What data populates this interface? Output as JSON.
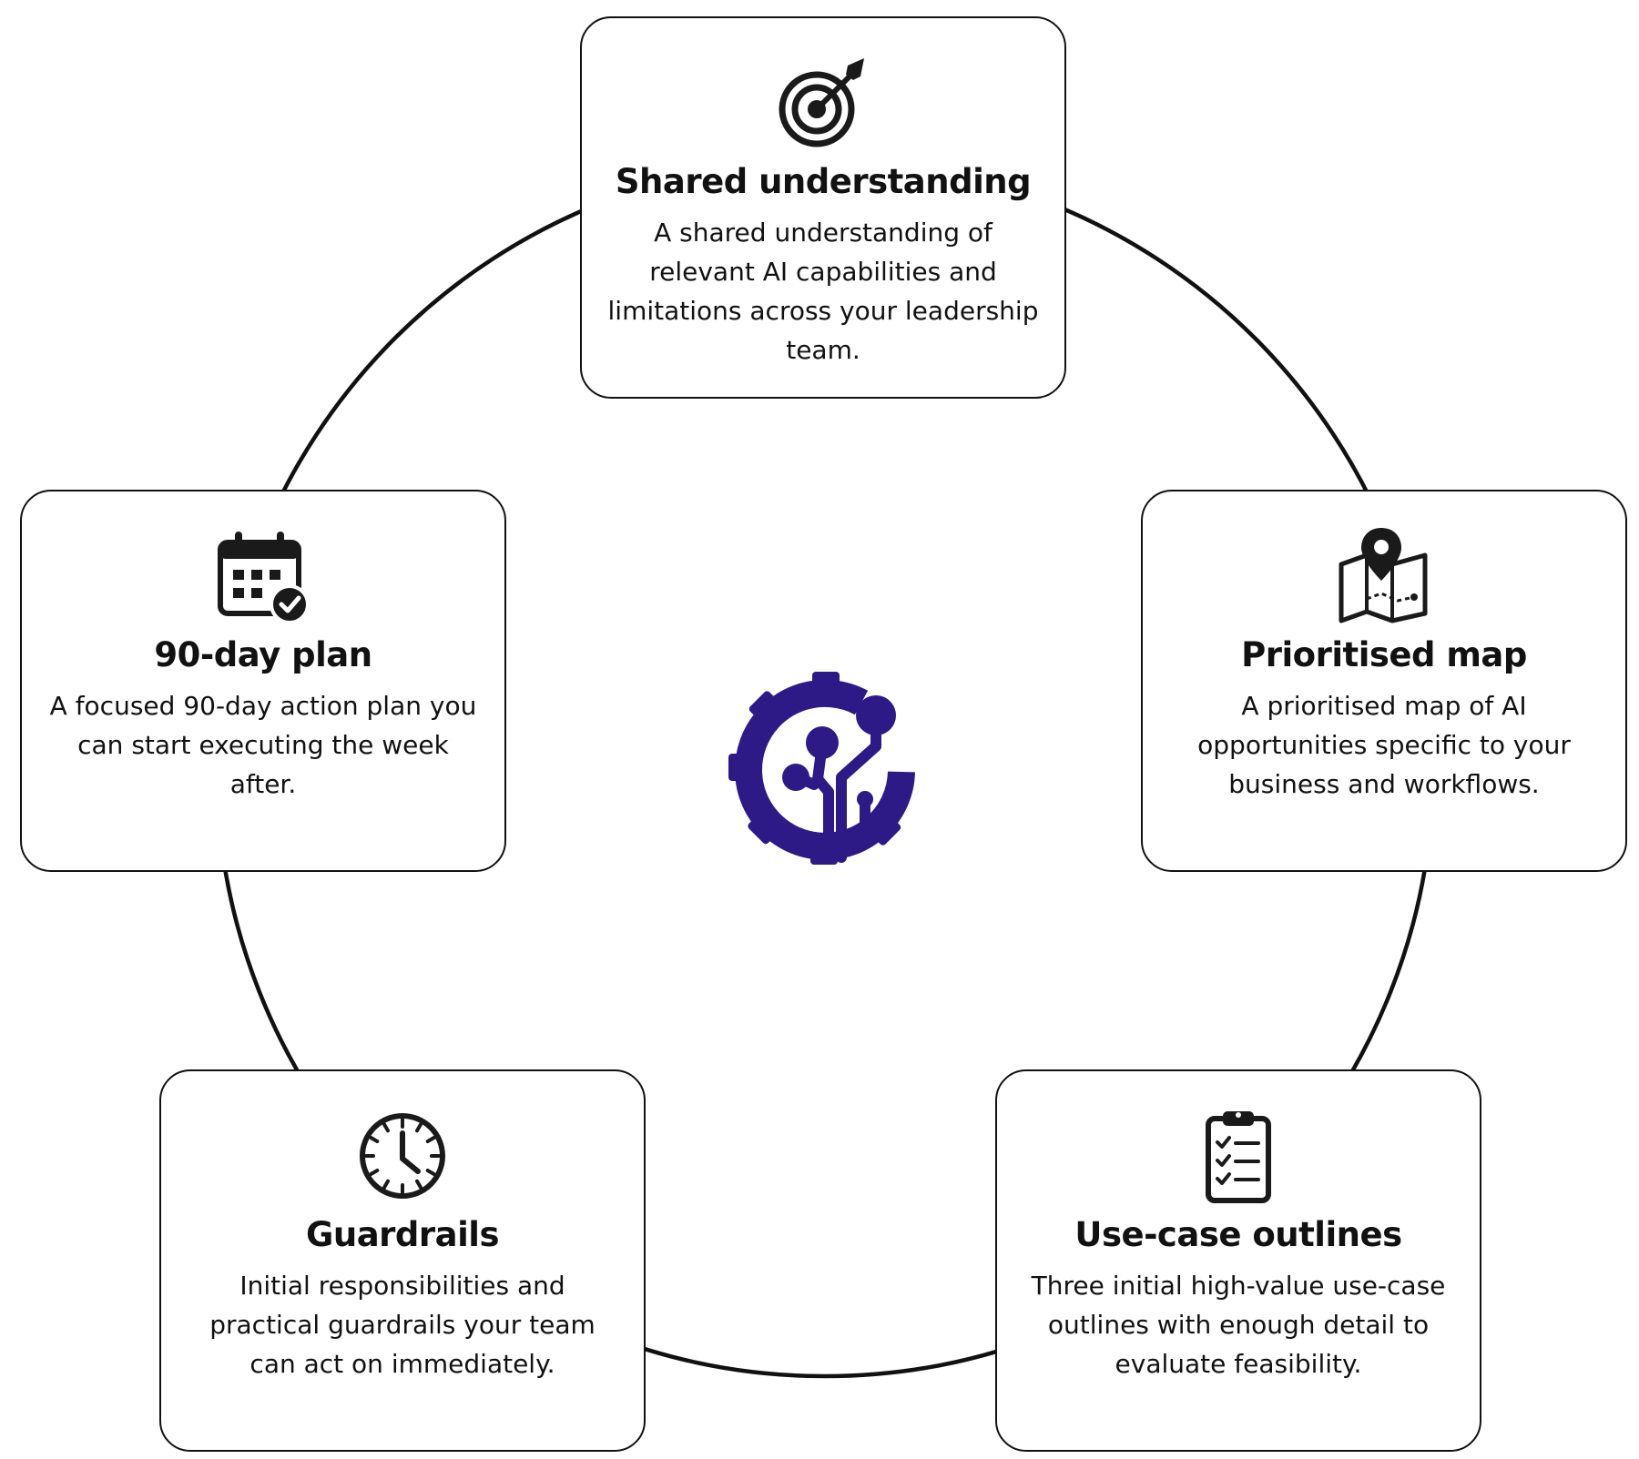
{
  "colors": {
    "ring": "#111111",
    "logo": "#2e1a87",
    "card_border": "#111111",
    "text": "#111111"
  },
  "center_logo": {
    "icon": "gear-circuit-logo-icon"
  },
  "cards": [
    {
      "id": "shared",
      "icon": "target-arrow-icon",
      "title": "Shared understanding",
      "description": "A shared understanding of relevant AI capabilities and limitations across your leadership team."
    },
    {
      "id": "map",
      "icon": "map-pin-icon",
      "title": "Prioritised map",
      "description": "A prioritised map of AI opportunities specific to your business and workflows."
    },
    {
      "id": "usecase",
      "icon": "clipboard-checklist-icon",
      "title": "Use-case outlines",
      "description": "Three initial high-value use-case outlines with enough detail to evaluate feasibility."
    },
    {
      "id": "guard",
      "icon": "clock-icon",
      "title": "Guardrails",
      "description": "Initial responsibilities and practical guardrails your team can act on immediately."
    },
    {
      "id": "plan",
      "icon": "calendar-check-icon",
      "title": "90-day plan",
      "description": "A focused 90-day action plan you can start executing the week after."
    }
  ]
}
